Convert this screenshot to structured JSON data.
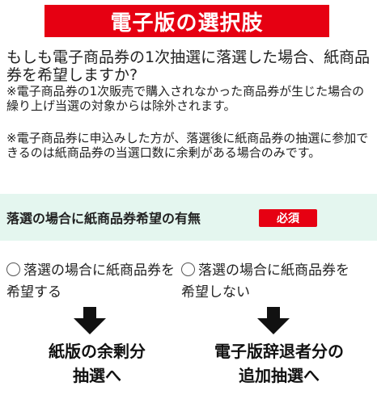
{
  "banner": {
    "title": "電子版の選択肢"
  },
  "question": "もしも電子商品券の1次抽選に落選した場合、紙商品券を希望しますか?",
  "notes": [
    "※電子商品券の1次販売で購入されなかった商品券が生じた場合の繰り上げ当選の対象からは除外されます。",
    "※電子商品券に申込みした方が、落選後に紙商品券の抽選に参加できるのは紙商品券の当選口数に余剰がある場合のみです。"
  ],
  "field": {
    "label": "落選の場合に紙商品券希望の有無",
    "required": "必須"
  },
  "options": [
    {
      "label": "落選の場合に紙商品券を希望する"
    },
    {
      "label": "落選の場合に紙商品券を希望しない"
    }
  ],
  "results": [
    {
      "line1": "紙版の余剰分",
      "line2": "抽選へ"
    },
    {
      "line1": "電子版辞退者分の",
      "line2": "追加抽選へ"
    }
  ],
  "colors": {
    "accent": "#e60012",
    "field_bg": "#e4f6ef"
  }
}
